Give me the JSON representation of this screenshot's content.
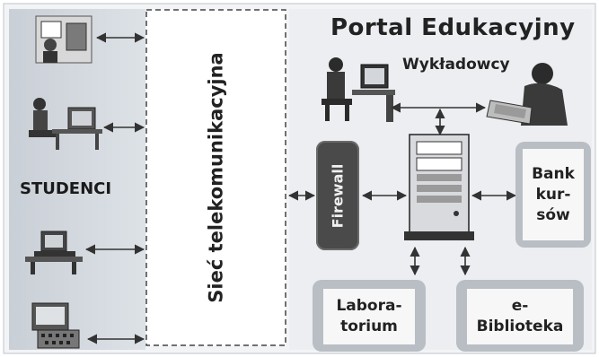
{
  "diagram": {
    "title": "Portal Edukacyjny",
    "lecturers_label": "Wykładowcy",
    "students_label": "STUDENCI",
    "network_label": "Sieć telekomunikacyjna",
    "firewall_label": "Firewall",
    "modules": {
      "course_bank": "Bank\nkur-\nsów",
      "laboratory": "Labora-\ntorium",
      "e_library": "e-\nBiblioteka"
    }
  }
}
